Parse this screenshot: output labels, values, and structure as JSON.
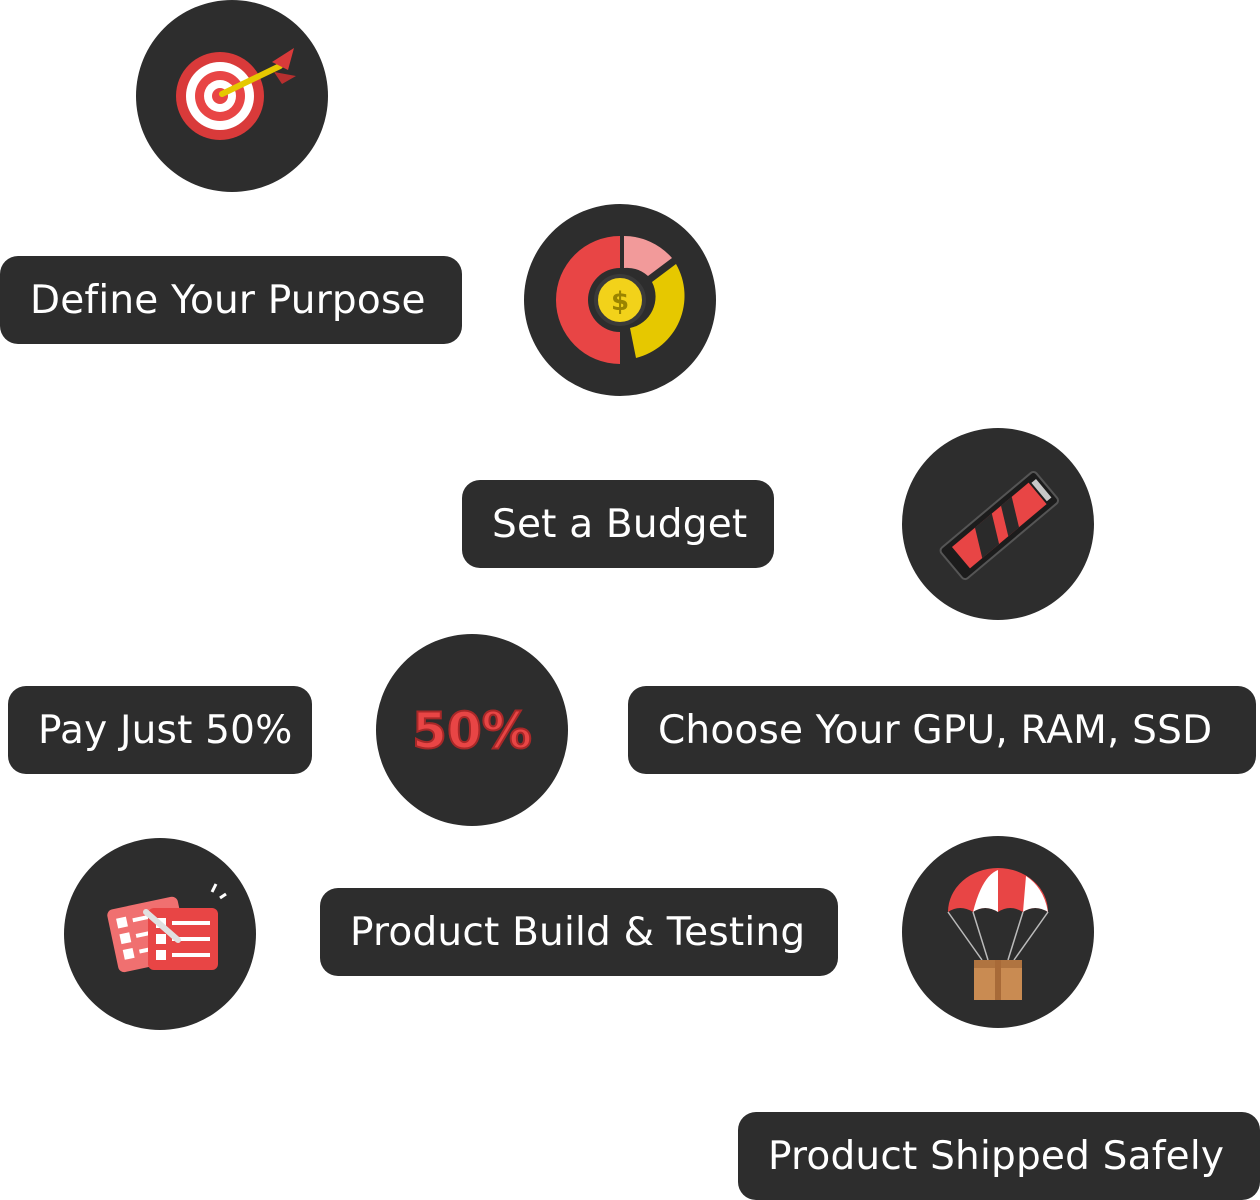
{
  "steps": [
    {
      "label": "Define Your Purpose",
      "icon": "target-dart-icon"
    },
    {
      "label": "Set a Budget",
      "icon": "budget-pie-chart-icon"
    },
    {
      "label": "Choose Your GPU, RAM, SSD",
      "icon": "ssd-drive-icon"
    },
    {
      "label": "Pay Just 50%",
      "icon": "fifty-percent-icon",
      "icon_text": "50%"
    },
    {
      "label": "Product Build & Testing",
      "icon": "checklist-icon"
    },
    {
      "label": "Product Shipped Safely",
      "icon": "parachute-box-icon"
    }
  ],
  "colors": {
    "card_bg": "#2d2d2d",
    "text": "#ffffff",
    "accent_red": "#e84545",
    "accent_pink": "#f29a9a",
    "accent_yellow": "#e6c800",
    "box_brown": "#c98b52"
  }
}
